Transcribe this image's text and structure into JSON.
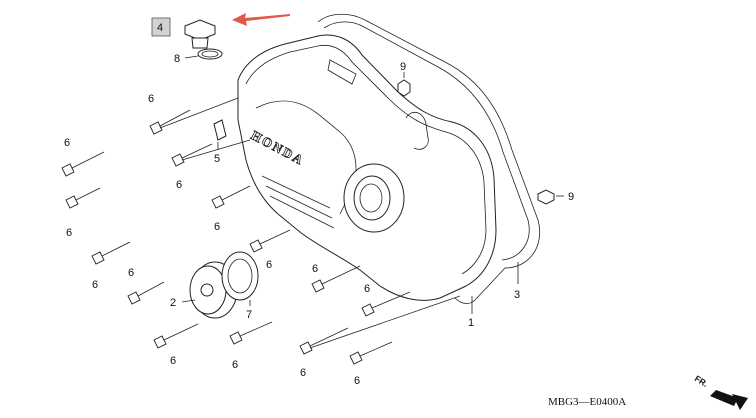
{
  "diagram_code": "MBG3—E0400A",
  "brand_text": "HONDA",
  "front_indicator": "FR.",
  "callout_numbers": {
    "boxed_item": "4",
    "item_1": "1",
    "item_2": "2",
    "item_3": "3",
    "item_5": "5",
    "item_6": "6",
    "item_7": "7",
    "item_8": "8",
    "item_9": "9"
  },
  "colors": {
    "highlight_arrow": "#e05a47",
    "boxed_item_fill": "#d2d2d2",
    "line": "#222222"
  }
}
